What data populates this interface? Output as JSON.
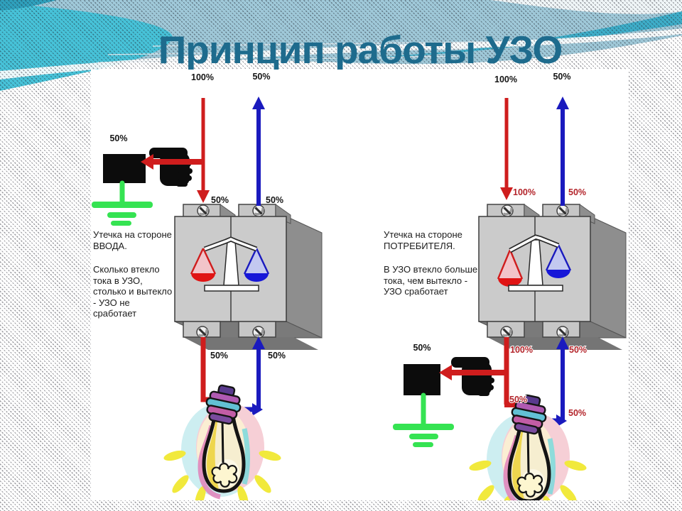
{
  "slide": {
    "title": "Принцип работы УЗО"
  },
  "left_diagram": {
    "note_line1": "Утечка на стороне ВВОДА.",
    "note_line2": "Сколько втекло тока в УЗО, столько и вытекло - УЗО не сработает",
    "labels": {
      "phase_top": "100%",
      "neutral_top": "50%",
      "phase_at_device": "50%",
      "neutral_at_device": "50%",
      "leak": "50%",
      "phase_bottom": "50%",
      "neutral_bottom": "50%"
    }
  },
  "right_diagram": {
    "note_line1": "Утечка на стороне ПОТРЕБИТЕЛЯ.",
    "note_line2": "В УЗО втекло больше тока, чем вытекло - УЗО сработает",
    "labels": {
      "phase_top": "100%",
      "neutral_top": "50%",
      "phase_at_device": "100%",
      "neutral_at_device": "50%",
      "leak": "50%",
      "phase_below_device": "100%",
      "phase_to_bulb": "50%",
      "neutral_below_device": "50%",
      "neutral_at_bulb": "50%"
    }
  },
  "colors": {
    "title": "#1e6b8d",
    "phase_red": "#cf1d1d",
    "neutral_blue": "#1a1abe",
    "ground_green": "#35e352",
    "red_label": "#b3242a",
    "wave_cyan": "#47c2d8",
    "wave_steel": "#9fc8d8"
  }
}
